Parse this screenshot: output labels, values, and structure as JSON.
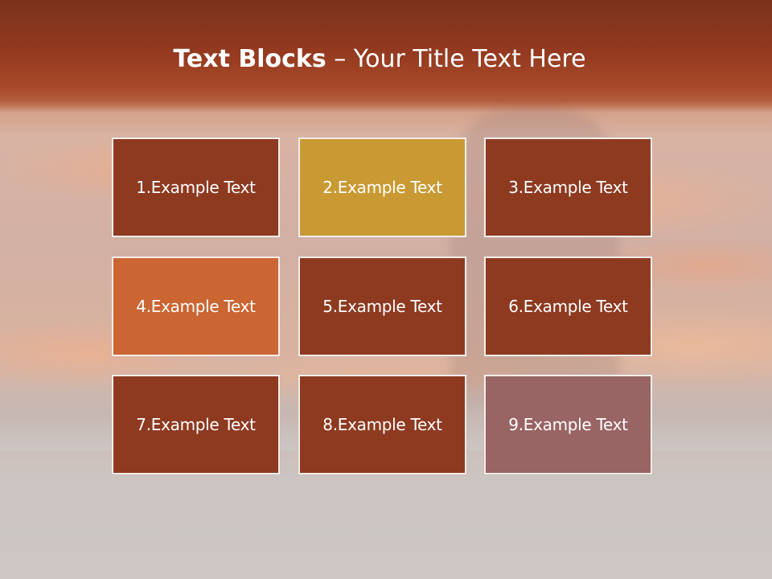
{
  "title": {
    "bold_part": "Text Blocks",
    "rest_part": " – Your Title Text Here"
  },
  "blocks": [
    {
      "label": "1.Example Text",
      "color": "#8e3a21"
    },
    {
      "label": "2.Example Text",
      "color": "#c99a33"
    },
    {
      "label": "3.Example Text",
      "color": "#8e3a21"
    },
    {
      "label": "4.Example Text",
      "color": "#cb6532"
    },
    {
      "label": "5.Example Text",
      "color": "#8e3a21"
    },
    {
      "label": "6.Example Text",
      "color": "#8e3a21"
    },
    {
      "label": "7.Example Text",
      "color": "#8e3a21"
    },
    {
      "label": "8.Example Text",
      "color": "#8e3a21"
    },
    {
      "label": "9.Example Text",
      "color": "#996464"
    }
  ]
}
